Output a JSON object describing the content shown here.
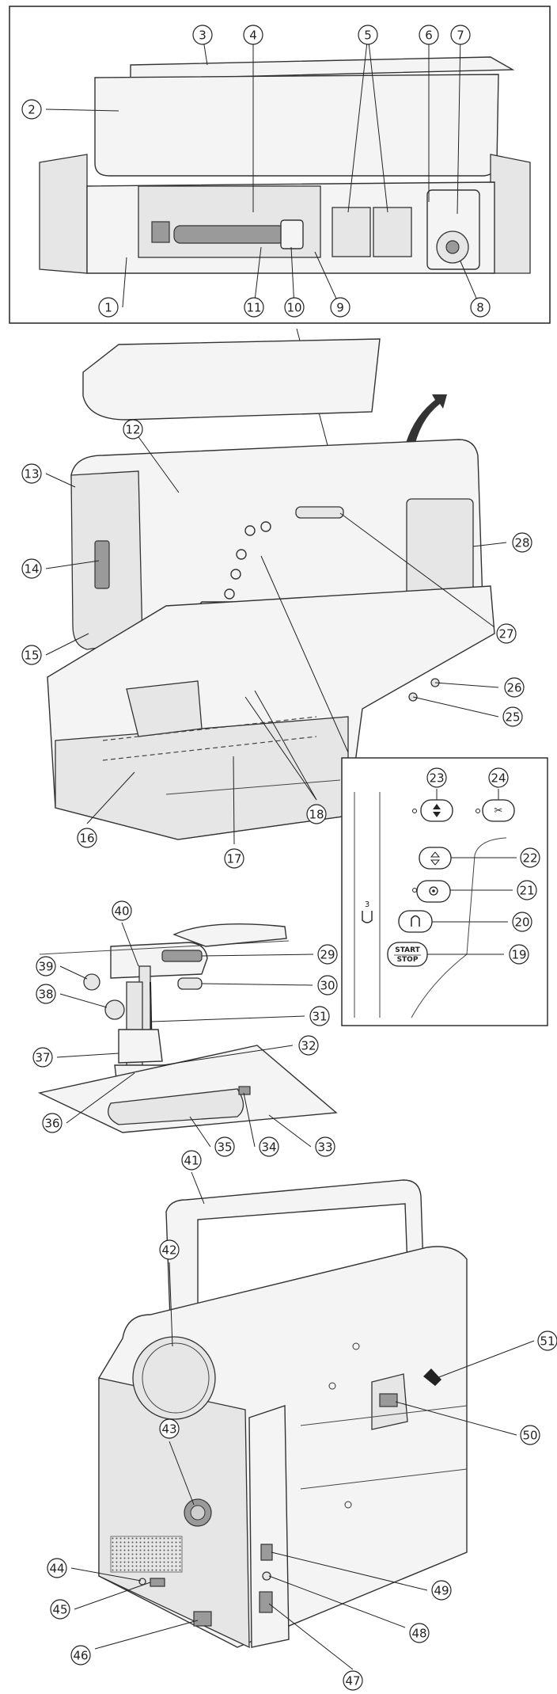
{
  "figure": {
    "callouts": [
      {
        "id": "1",
        "label": "①"
      },
      {
        "id": "2",
        "label": "②"
      },
      {
        "id": "3",
        "label": "③"
      },
      {
        "id": "4",
        "label": "④"
      },
      {
        "id": "5",
        "label": "⑤"
      },
      {
        "id": "6",
        "label": "⑥"
      },
      {
        "id": "7",
        "label": "⑦"
      },
      {
        "id": "8",
        "label": "⑧"
      },
      {
        "id": "9",
        "label": "⑨"
      },
      {
        "id": "10",
        "label": "⑩"
      },
      {
        "id": "11",
        "label": "⑪"
      },
      {
        "id": "12",
        "label": "⑫"
      },
      {
        "id": "13",
        "label": "⑬"
      },
      {
        "id": "14",
        "label": "⑭"
      },
      {
        "id": "15",
        "label": "⑮"
      },
      {
        "id": "16",
        "label": "⑯"
      },
      {
        "id": "17",
        "label": "⑰"
      },
      {
        "id": "18",
        "label": "⑱"
      },
      {
        "id": "19",
        "label": "⑲"
      },
      {
        "id": "20",
        "label": "⑳"
      },
      {
        "id": "21",
        "label": "21"
      },
      {
        "id": "22",
        "label": "22"
      },
      {
        "id": "23",
        "label": "23"
      },
      {
        "id": "24",
        "label": "24"
      },
      {
        "id": "25",
        "label": "25"
      },
      {
        "id": "26",
        "label": "26"
      },
      {
        "id": "27",
        "label": "27"
      },
      {
        "id": "28",
        "label": "28"
      },
      {
        "id": "29",
        "label": "29"
      },
      {
        "id": "30",
        "label": "30"
      },
      {
        "id": "31",
        "label": "31"
      },
      {
        "id": "32",
        "label": "32"
      },
      {
        "id": "33",
        "label": "33"
      },
      {
        "id": "34",
        "label": "34"
      },
      {
        "id": "35",
        "label": "35"
      },
      {
        "id": "36",
        "label": "36"
      },
      {
        "id": "37",
        "label": "37"
      },
      {
        "id": "38",
        "label": "38"
      },
      {
        "id": "39",
        "label": "39"
      },
      {
        "id": "40",
        "label": "40"
      },
      {
        "id": "41",
        "label": "41"
      },
      {
        "id": "42",
        "label": "42"
      },
      {
        "id": "43",
        "label": "43"
      },
      {
        "id": "44",
        "label": "44"
      },
      {
        "id": "45",
        "label": "45"
      },
      {
        "id": "46",
        "label": "46"
      },
      {
        "id": "47",
        "label": "47"
      },
      {
        "id": "48",
        "label": "48"
      },
      {
        "id": "49",
        "label": "49"
      },
      {
        "id": "50",
        "label": "50"
      },
      {
        "id": "51",
        "label": "51"
      }
    ],
    "control_panel": {
      "start_stop_line1": "START",
      "start_stop_line2": "STOP",
      "stitch_number": "3"
    }
  }
}
